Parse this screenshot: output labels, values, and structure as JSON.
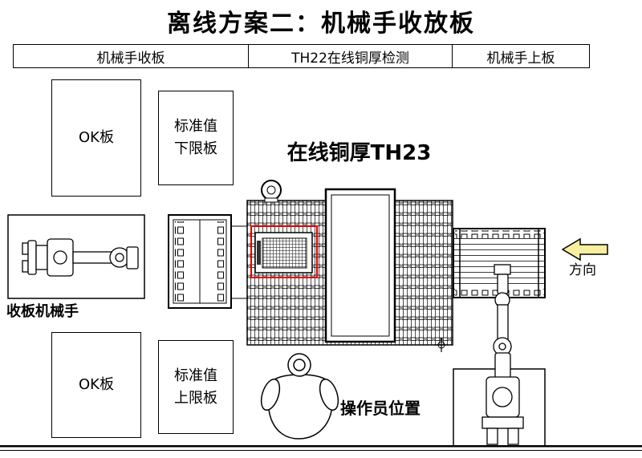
{
  "title": "离线方案二：机械手收放板",
  "header": {
    "cells": [
      {
        "label": "机械手收板"
      },
      {
        "label": "TH22在线铜厚检测"
      },
      {
        "label": "机械手上板"
      }
    ]
  },
  "zones": {
    "ok_board_top": "OK板",
    "standard_lower": {
      "line1": "标准值",
      "line2": "下限板"
    },
    "online_copper_th23": "在线铜厚TH23",
    "collect_robot": "收板机械手",
    "ok_board_bottom": "OK板",
    "standard_upper": {
      "line1": "标准值",
      "line2": "上限板"
    },
    "operator_position": "操作员位置",
    "direction": "方向"
  },
  "colors": {
    "line": "#000000",
    "highlight_red": "#e00000",
    "arrow_fill": "#f7ef9e",
    "background": "#ffffff"
  },
  "icons": {
    "left_robot": "collect-robot-arm",
    "right_robot": "load-robot-arm",
    "operator": "operator-figure",
    "direction_arrow": "left-arrow",
    "hoist_ring": "ring-icon",
    "datum": "datum-cross-icon"
  }
}
